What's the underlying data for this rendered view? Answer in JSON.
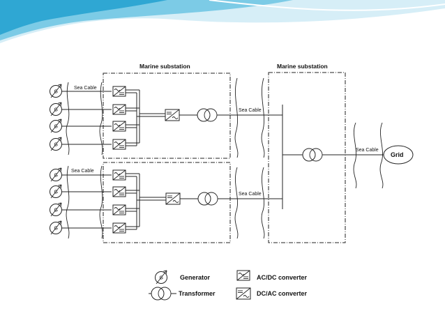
{
  "labels": {
    "substation_left": "Marine substation",
    "substation_right": "Marine substation",
    "sea_cable": "Sea Cable",
    "grid": "Grid",
    "generator_symbol": "G"
  },
  "legend": {
    "generator": "Generator",
    "transformer": "Transformer",
    "acdc": "AC/DC converter",
    "dcac": "DC/AC converter"
  },
  "colors": {
    "banner_light": "#d6eef7",
    "banner_mid": "#7ccbe6",
    "banner_dark": "#2fa7d3",
    "line": "#222222"
  },
  "icons": [
    "generator-icon",
    "acdc-converter-icon",
    "dcac-converter-icon",
    "transformer-icon",
    "grid-node"
  ]
}
